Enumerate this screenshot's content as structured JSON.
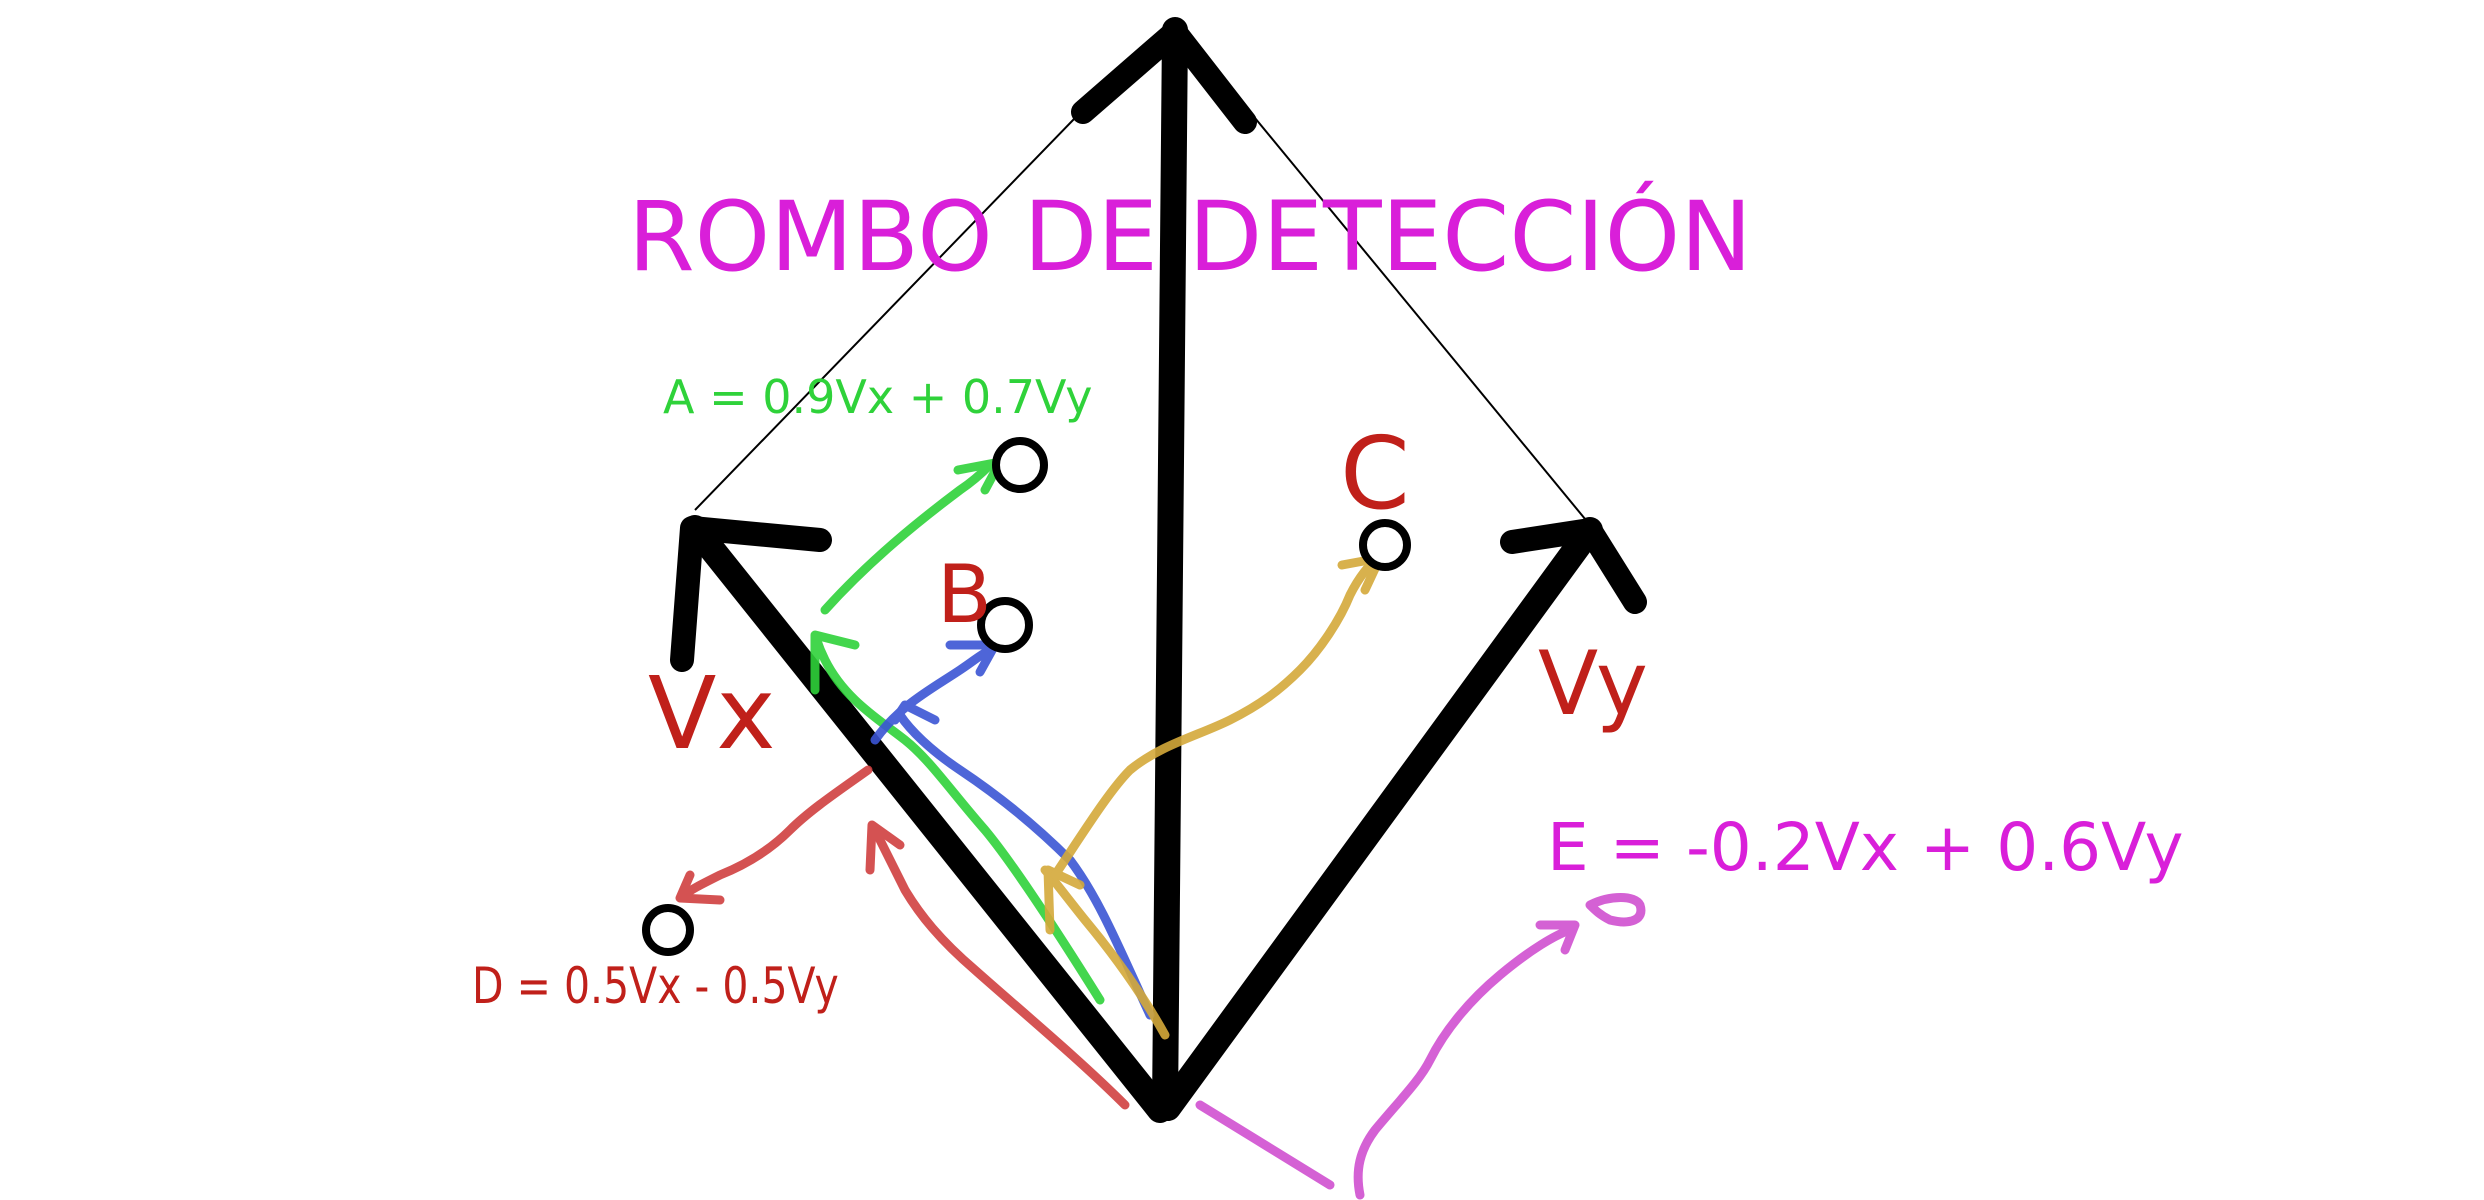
{
  "title": "ROMBO DE DETECCIÓN",
  "axes": {
    "vx_label": "Vx",
    "vy_label": "Vy"
  },
  "points": {
    "a": {
      "equation": "A = 0.9Vx + 0.7Vy"
    },
    "b": {
      "label": "B"
    },
    "c": {
      "label": "C"
    },
    "d": {
      "equation": "D = 0.5Vx - 0.5Vy"
    },
    "e": {
      "equation": "E = -0.2Vx + 0.6Vy"
    }
  },
  "colors": {
    "title": "#d91fd9",
    "axis": "#000000",
    "label_red": "#c0201a",
    "green": "#2fd23a",
    "green_dark": "#33cc33",
    "blue": "#3b55d4",
    "gold": "#d4a93a",
    "red_arrow": "#d04040",
    "magenta": "#d050d0",
    "equation_e": "#d91fd9"
  }
}
